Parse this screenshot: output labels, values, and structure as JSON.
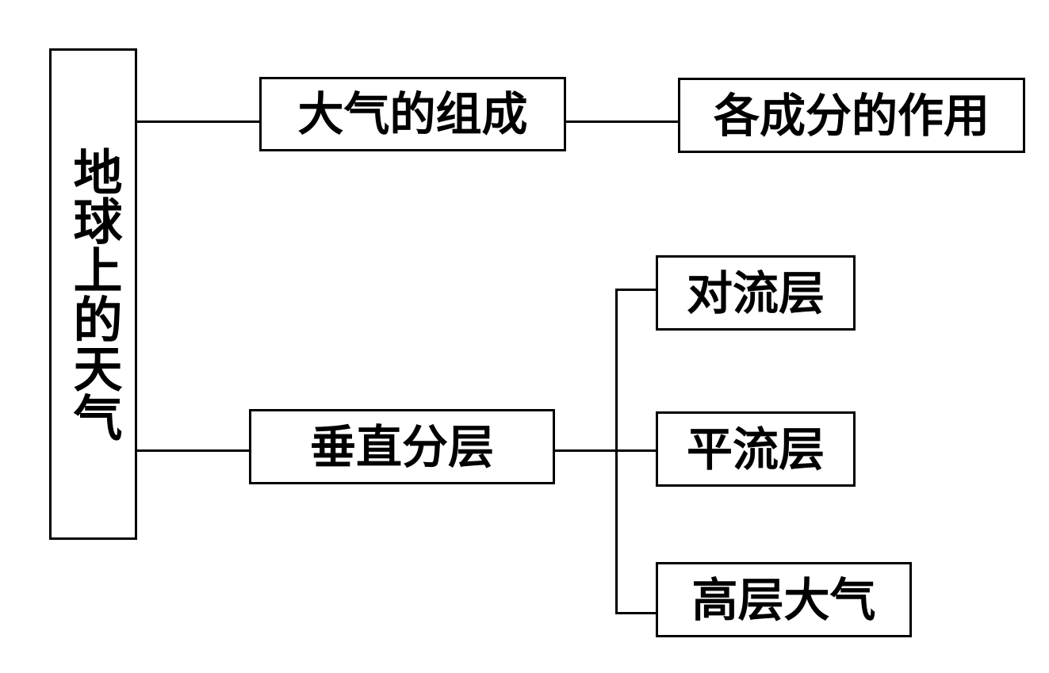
{
  "diagram": {
    "root": {
      "label": "地球上的天气"
    },
    "branches": [
      {
        "label": "大气的组成",
        "children": [
          {
            "label": "各成分的作用"
          }
        ]
      },
      {
        "label": "垂直分层",
        "children": [
          {
            "label": "对流层"
          },
          {
            "label": "平流层"
          },
          {
            "label": "高层大气"
          }
        ]
      }
    ]
  }
}
